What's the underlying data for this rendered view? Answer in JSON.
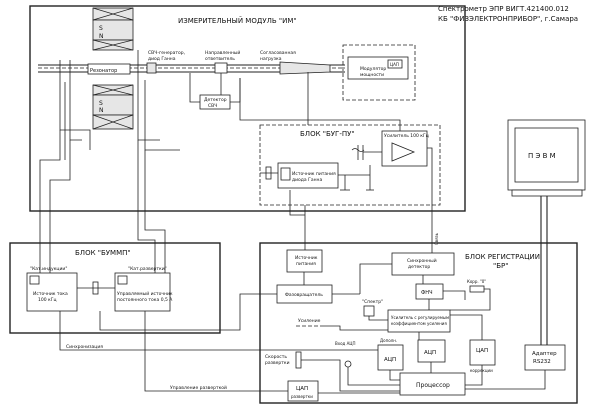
{
  "header": {
    "title": "Спектрометр ЭПР      ВИГТ.421400.012",
    "maker": "КБ \"ФИЗЭЛЕКТРОНПРИБОР\", г.Самара"
  },
  "im": {
    "title": "ИЗМЕРИТЕЛЬНЫЙ МОДУЛЬ  \"ИМ\"",
    "svch_gen": [
      "СВЧ-генератор,",
      "диод Ганна"
    ],
    "napr_otv": [
      "Направленный",
      "ответвитель"
    ],
    "sogl": [
      "Согласованная",
      "нагрузка"
    ],
    "modulator": [
      "Модулятор",
      "мощности"
    ],
    "cap_small": "ЦАП",
    "rezonator": "Резонатор",
    "detektor": [
      "Детектор",
      "СВЧ"
    ],
    "n_top": "N",
    "s_top": "S",
    "n_bot": "N",
    "s_bot": "S"
  },
  "bug": {
    "title": "БЛОК  \"БУГ-ПУ\"",
    "usilitel": "Усилитель 100 кГц",
    "istochnik": [
      "Источник питания",
      "диода Ганна"
    ]
  },
  "pevm": {
    "label": "П Э В М"
  },
  "bumm": {
    "title": "БЛОК  \"БУММП\"",
    "kat_ind": "\"Кат.индукции\"",
    "kat_razv": "\"Кат.развертки\"",
    "ist_toka": [
      "Источник тока",
      "100 кГц"
    ],
    "upr_ist": [
      "Управляемый источник",
      "постоянного тока 0,5 А"
    ]
  },
  "br": {
    "title": [
      "БЛОК РЕГИСТРАЦИИ",
      "\"БР\""
    ],
    "ist_pit": [
      "Источник",
      "питания"
    ],
    "sinhr_det": [
      "Синхронный",
      "детектор"
    ],
    "svyaz": "Связь",
    "fazovr": "Фазовращатель",
    "fnch": "ФНЧ",
    "spektr": "\"Спектр\"",
    "korr": "Корр. \"0\"",
    "usilenie": "Усиление",
    "usil_reg": [
      "Усилитель с регулируемым",
      "коэффициентом усиления"
    ],
    "vhod_acp": "Вход АЦП",
    "dop_acp": "Дополн.",
    "acp1": "АЦП",
    "acp2": "АЦП",
    "cap_korr": "ЦАП",
    "korrekcii": "коррекции",
    "skorost": [
      "Скорость",
      "развертки"
    ],
    "processor": "Процессор",
    "cap_razv": "ЦАП",
    "razvertki": "развертки",
    "adapter": [
      "Адаптер",
      "RS232"
    ]
  },
  "signals": {
    "sinhr": "Синхронизация",
    "upr_razv": "Управление разверткой"
  }
}
